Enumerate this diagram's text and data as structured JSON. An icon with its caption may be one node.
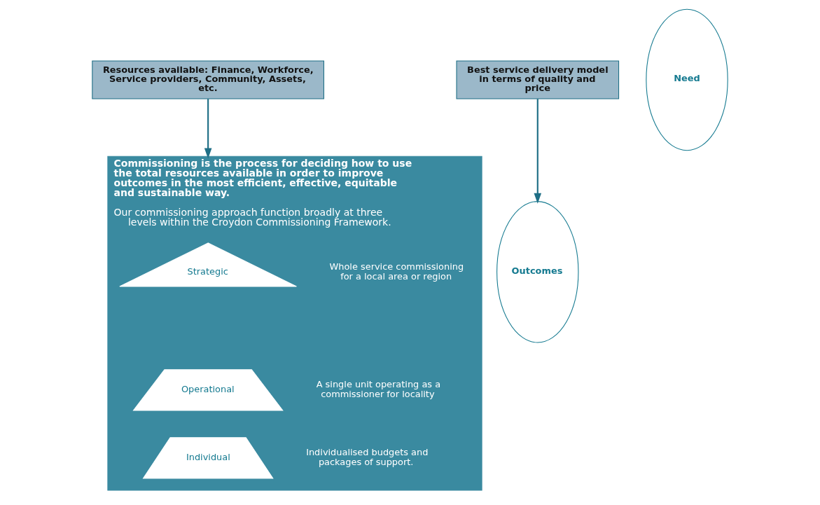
{
  "diagram": {
    "nodes": [
      {
        "text": [
          "Resources available: Finance, Workforce, Service providers, Community, Assets, etc."
        ]
      },
      {
        "text": [
          "Best service delivery model in terms of quality and price"
        ]
      },
      {
        "text": [
          "Need"
        ]
      },
      {
        "text": [
          "Commissioning is the process for deciding how to use the total resources available in order to improve outcomes in the most efficient, effective, equitable and sustainable way.",
          "Our commissioning approach function broadly at three levels within the Croydon Commissioning Framework."
        ]
      },
      {
        "text": [
          "Outcomes"
        ]
      },
      {
        "text": [
          "Strategic"
        ],
        "in": 3,
        "beside": [
          "Whole service commissioning for a local area or region"
        ]
      },
      {
        "text": [
          "Operational"
        ],
        "in": 3,
        "beside": [
          "A single unit operating as a commissioner for locality"
        ]
      },
      {
        "text": [
          "Individual"
        ],
        "in": 3,
        "beside": [
          "Individualised budgets and packages of support."
        ]
      }
    ],
    "edges": [
      {
        "from": 0,
        "to": 3,
        "arrow": "to"
      },
      {
        "from": 1,
        "to": 4,
        "arrow": "to"
      }
    ]
  }
}
